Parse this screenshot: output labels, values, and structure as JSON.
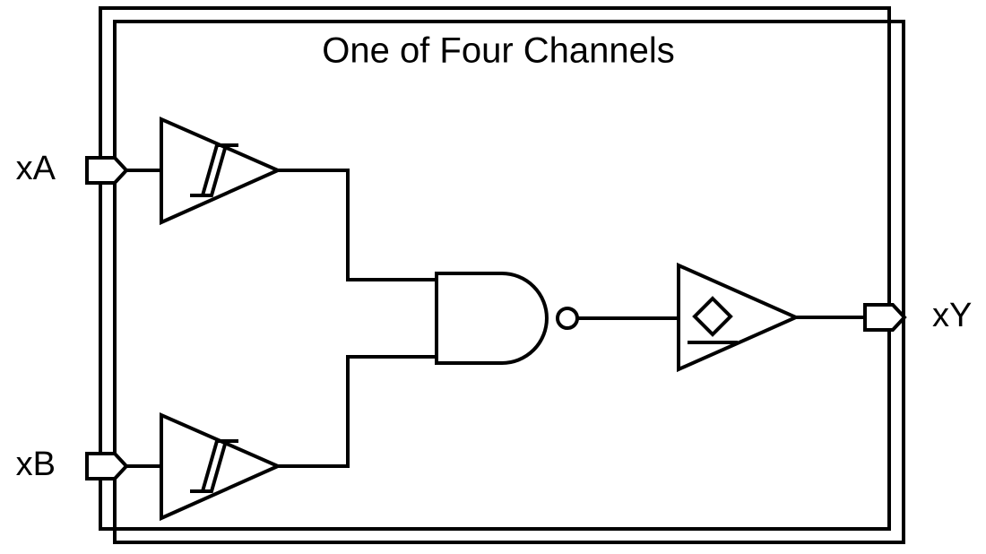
{
  "diagram": {
    "title": "One of Four Channels",
    "package_outline": {
      "stroke_color": "#000000",
      "style": "double-offset-rectangle"
    },
    "pins": [
      {
        "id": "xA",
        "label": "xA",
        "direction": "input",
        "label_side": "left"
      },
      {
        "id": "xB",
        "label": "xB",
        "direction": "input",
        "label_side": "left"
      },
      {
        "id": "xY",
        "label": "xY",
        "direction": "output",
        "label_side": "right"
      }
    ],
    "gates": [
      {
        "id": "buffer-a",
        "type": "schmitt-trigger-buffer",
        "symbol_name": "hysteresis-symbol",
        "input_pin": "xA"
      },
      {
        "id": "buffer-b",
        "type": "schmitt-trigger-buffer",
        "symbol_name": "hysteresis-symbol",
        "input_pin": "xB"
      },
      {
        "id": "nand-gate",
        "type": "nand",
        "symbol_name": "and-shape-with-inversion-bubble",
        "inputs": [
          "buffer-a",
          "buffer-b"
        ],
        "output": "output-buffer"
      },
      {
        "id": "output-buffer",
        "type": "open-drain-buffer",
        "symbol_name": "open-drain-diamond-symbol",
        "output_pin": "xY"
      }
    ],
    "colors": {
      "line": "#000000",
      "background": "#ffffff",
      "text": "#000000"
    }
  }
}
